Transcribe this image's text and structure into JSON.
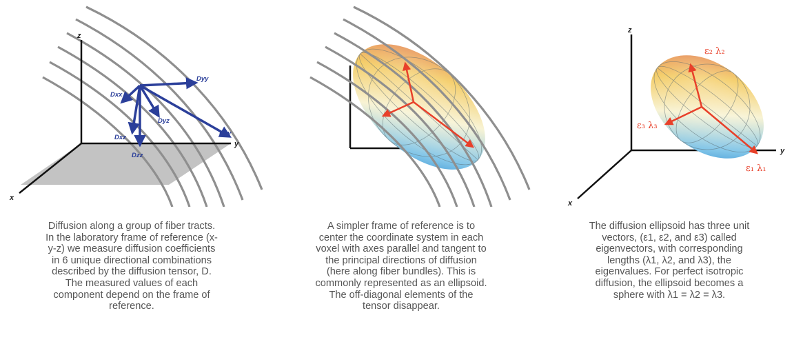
{
  "axes": {
    "x": "x",
    "y": "y",
    "z": "z"
  },
  "tensor_labels": {
    "dxx": "Dxx",
    "dyy": "Dyy",
    "dyz": "Dyz",
    "dxy": "Dxy",
    "dxz": "Dxz",
    "dzz": "Dzz"
  },
  "eigen_labels": {
    "e1": "ε₁ λ₁",
    "e2": "ε₂ λ₂",
    "e3": "ε₃ λ₃"
  },
  "captions": {
    "left": [
      "Diffusion along a group of fiber tracts.",
      "In the laboratory frame of reference (x-",
      "y-z) we measure diffusion coefficients",
      "in 6 unique directional combinations",
      "described by the diffusion tensor, D.",
      "The measured values of each",
      "component depend on the frame of",
      "reference."
    ],
    "middle": [
      "A simpler frame of reference is to",
      "center the coordinate system in each",
      "voxel with axes parallel and tangent to",
      "the principal directions of diffusion",
      "(here along fiber bundles). This is",
      "commonly represented as an ellipsoid.",
      "The off-diagonal elements of the",
      "tensor disappear."
    ],
    "right": [
      "The diffusion ellipsoid has three unit",
      "vectors, (ε1, ε2, and ε3) called",
      "eigenvectors, with corresponding",
      "lengths (λ1, λ2, and λ3), the",
      "eigenvalues. For perfect isotropic",
      "diffusion, the ellipsoid becomes a",
      "sphere with λ1 = λ2 = λ3."
    ]
  },
  "colors": {
    "fiber": "#8f8f8f",
    "tensor_arrow": "#2b3f9a",
    "eigen_arrow": "#e8402a",
    "caption_text": "#555555"
  }
}
